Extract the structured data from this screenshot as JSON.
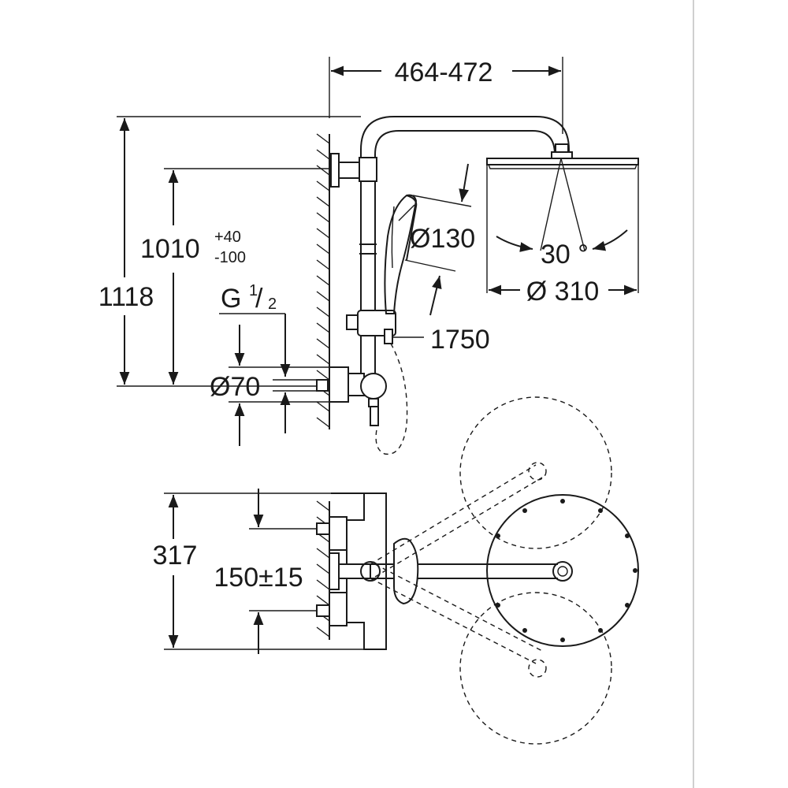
{
  "dimensions": {
    "arm_length": "464-472",
    "total_height": "1118",
    "rail_height": "1010",
    "rail_tol_plus": "+40",
    "rail_tol_minus": "-100",
    "thread_main": "G",
    "thread_num": "1",
    "thread_den": "2",
    "outlet_diameter": "Ø70",
    "hand_shower_diameter": "Ø130",
    "spray_angle": "30 °",
    "head_shower_diameter": "Ø 310",
    "hose_length": "1750",
    "projection": "317",
    "centres": "150±15"
  }
}
